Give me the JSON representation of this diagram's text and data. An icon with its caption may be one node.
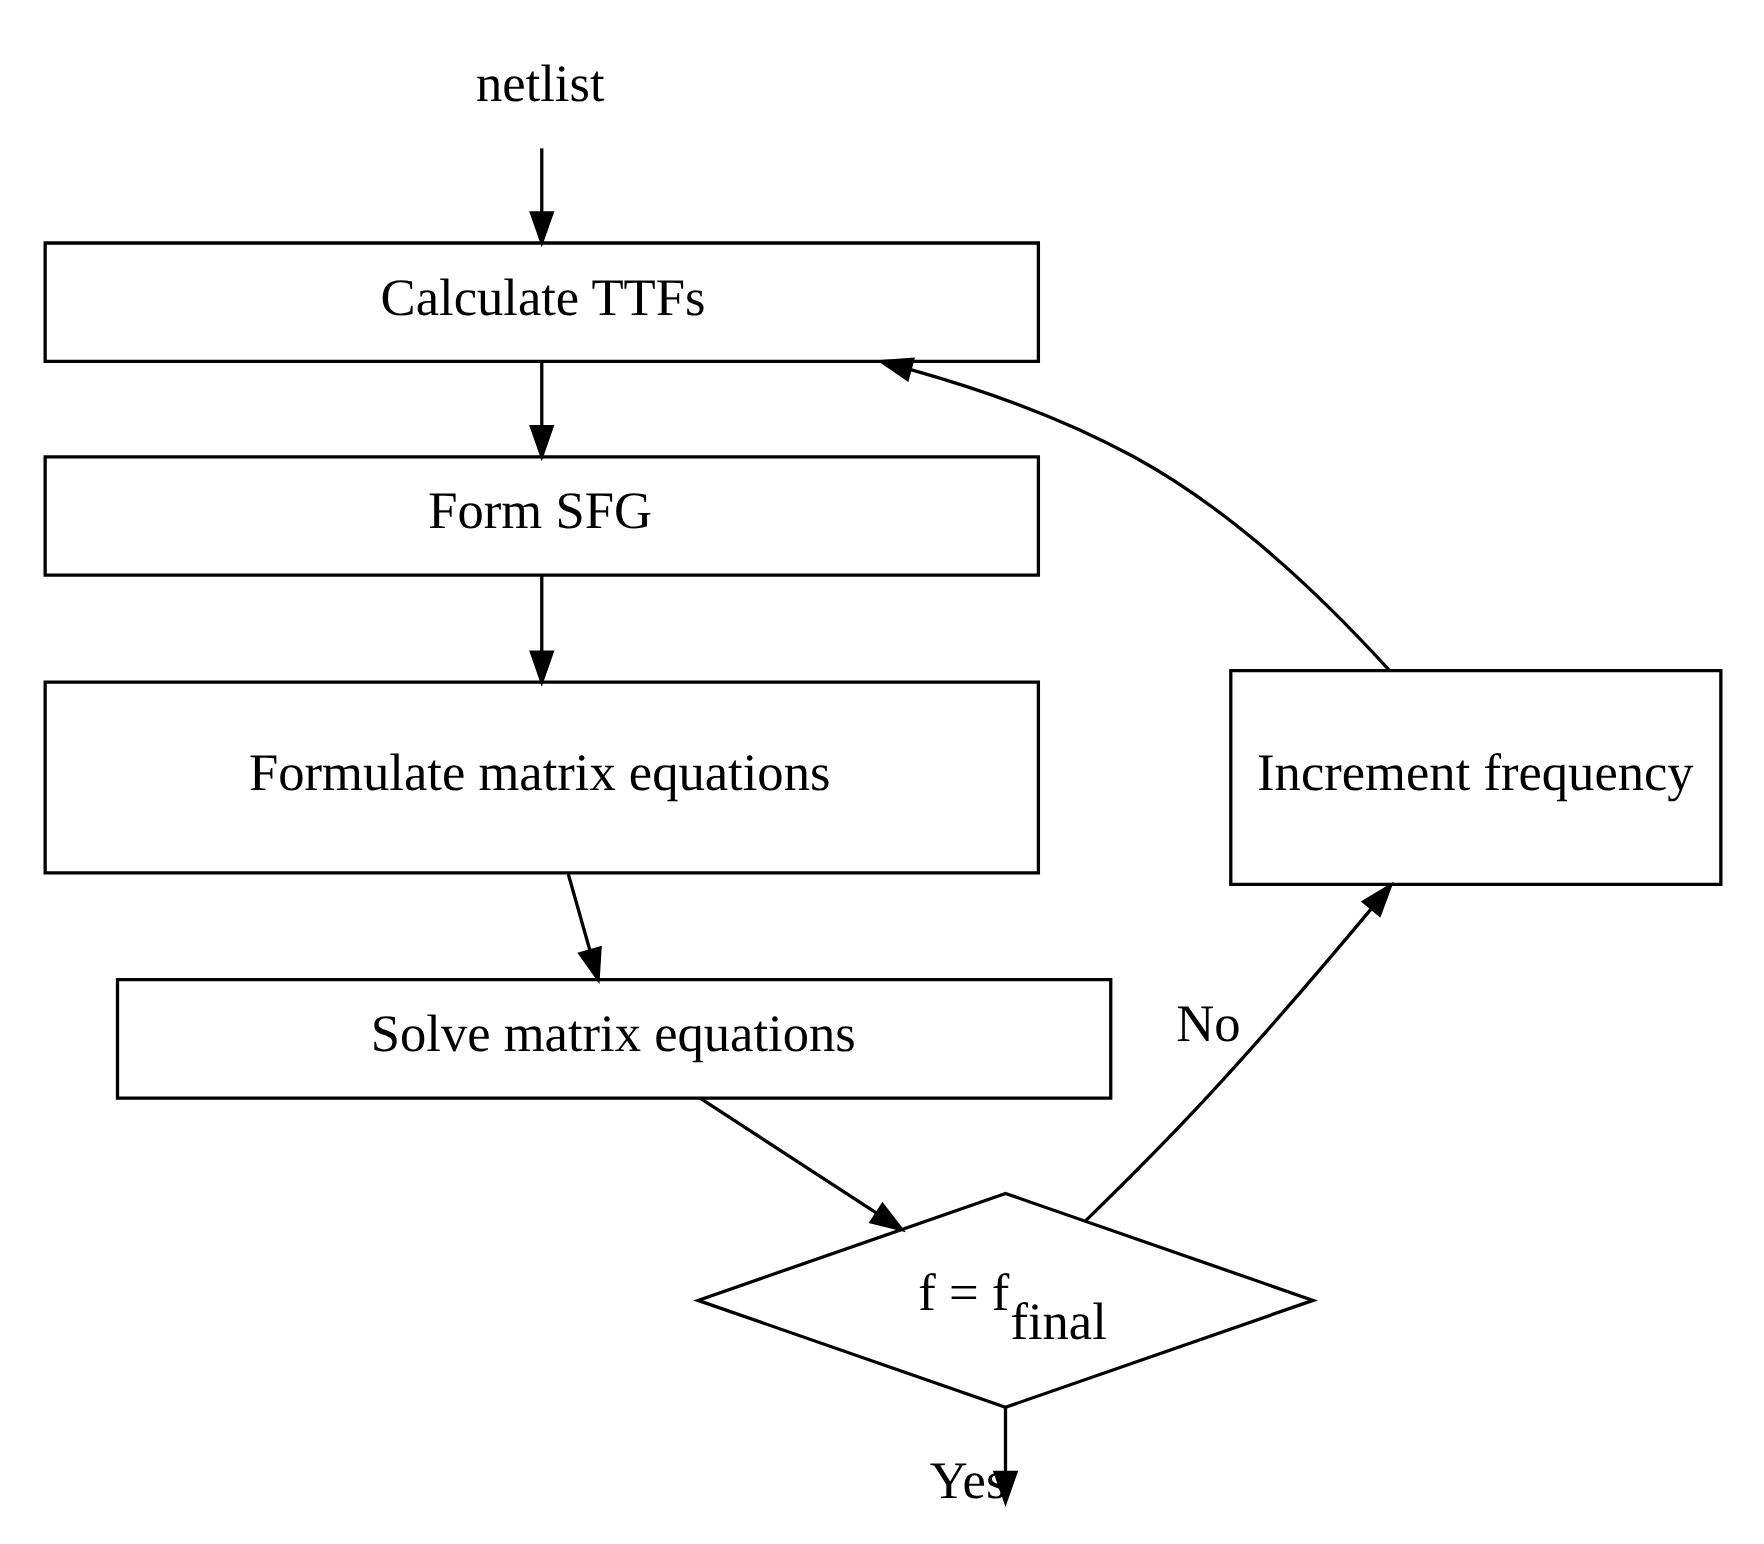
{
  "diagram": {
    "nodes": [
      {
        "text": [
          "netlist"
        ]
      },
      {
        "text": [
          "Calculate TTFs"
        ]
      },
      {
        "text": [
          "Form SFG"
        ]
      },
      {
        "text": [
          "Formulate matrix equations"
        ]
      },
      {
        "text": [
          "Solve matrix equations"
        ]
      },
      {
        "text": [
          "f = f$_{final}$"
        ]
      },
      {
        "text": [
          "Increment frequency"
        ]
      }
    ],
    "edges": [
      {
        "from": 0,
        "to": 1,
        "arrow": "to"
      },
      {
        "from": 1,
        "to": 2,
        "arrow": "to"
      },
      {
        "from": 2,
        "to": 3,
        "arrow": "to"
      },
      {
        "from": 3,
        "to": 4,
        "arrow": "to"
      },
      {
        "from": 4,
        "to": 5,
        "arrow": "to"
      },
      {
        "from": 5,
        "to": 6,
        "label": "No",
        "arrow": "to"
      },
      {
        "from": 6,
        "to": 1,
        "arrow": "to"
      },
      {
        "from": 5,
        "to": null,
        "label": "Yes",
        "arrow": "to"
      }
    ]
  }
}
